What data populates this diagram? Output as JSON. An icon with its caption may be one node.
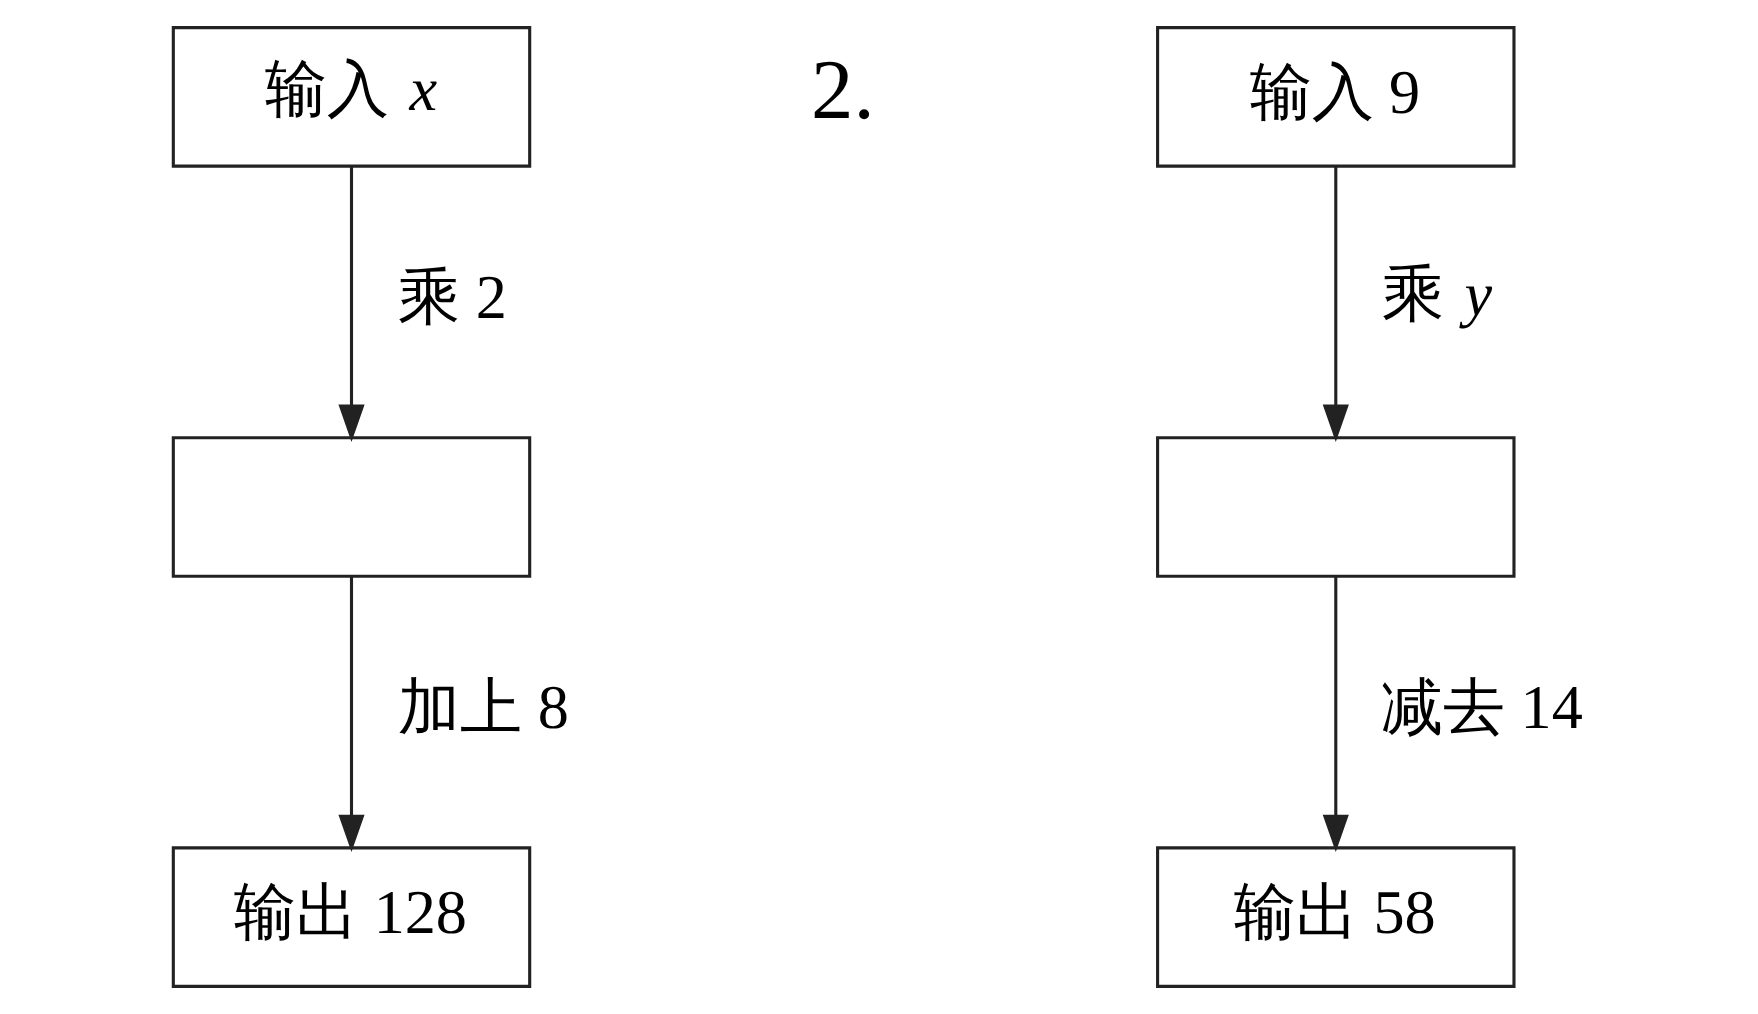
{
  "diagram": {
    "nodes": [
      {
        "text": [
          "输入 *x*"
        ]
      },
      {
        "text": [],
        "shape": "box"
      },
      {
        "text": [
          "输出 128"
        ]
      },
      {
        "text": [
          "输入 9"
        ]
      },
      {
        "text": [],
        "shape": "box"
      },
      {
        "text": [
          "输出 58"
        ]
      }
    ],
    "edges": [
      {
        "from": 0,
        "to": 1,
        "arrow": "to",
        "label": "乘 2"
      },
      {
        "from": 1,
        "to": 2,
        "arrow": "to",
        "label": "加上 8"
      },
      {
        "from": 3,
        "to": 4,
        "arrow": "to",
        "label": "乘 *y*"
      },
      {
        "from": 4,
        "to": 5,
        "arrow": "to",
        "label": "减去 14"
      }
    ],
    "labels": [
      "2."
    ]
  }
}
